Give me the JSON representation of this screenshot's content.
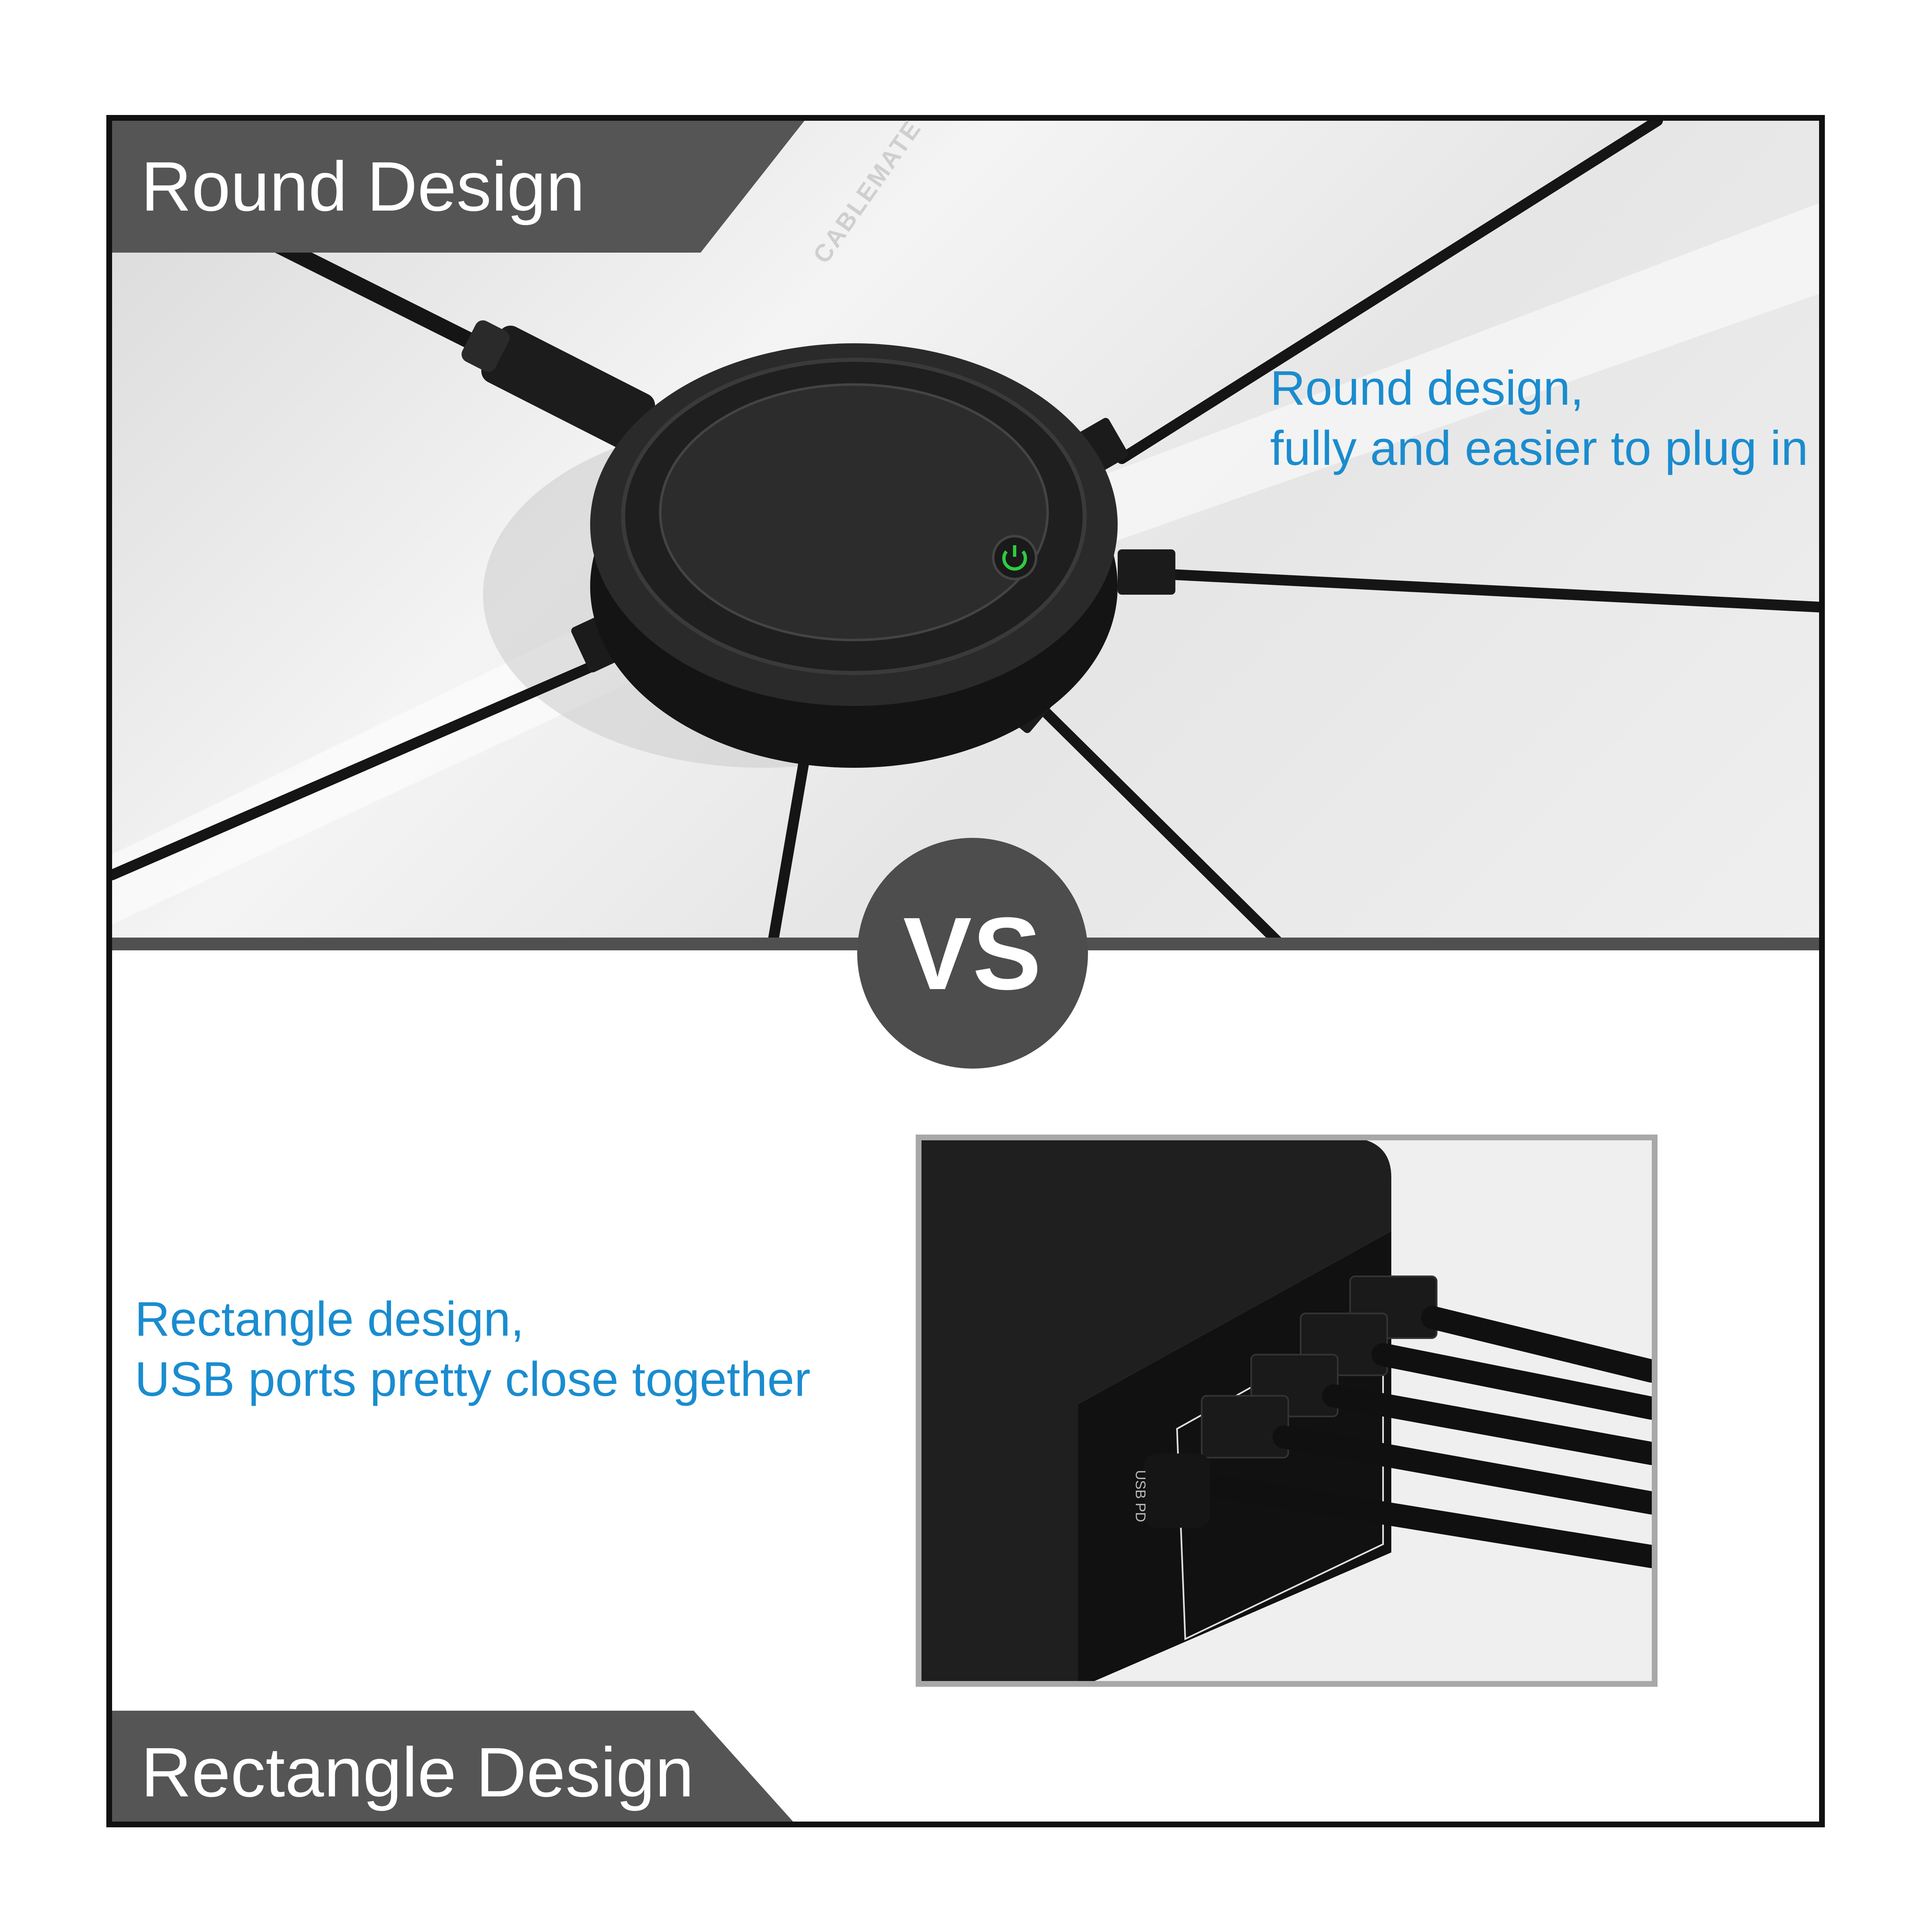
{
  "top_section": {
    "title": "Round Design",
    "caption_line1": "Round design,",
    "caption_line2": "fully and easier to plug in",
    "brand_mark": "CABLEMATE"
  },
  "vs_badge": "VS",
  "bottom_section": {
    "title": "Rectangle Design",
    "caption_line1": "Rectangle design,",
    "caption_line2": "USB ports pretty close together",
    "port_label": "USB PD"
  },
  "colors": {
    "caption_blue": "#1a8ccf",
    "tab_gray": "#555555",
    "frame_black": "#111111",
    "power_led": "#2ecc40"
  },
  "icons": [
    "power-icon"
  ]
}
